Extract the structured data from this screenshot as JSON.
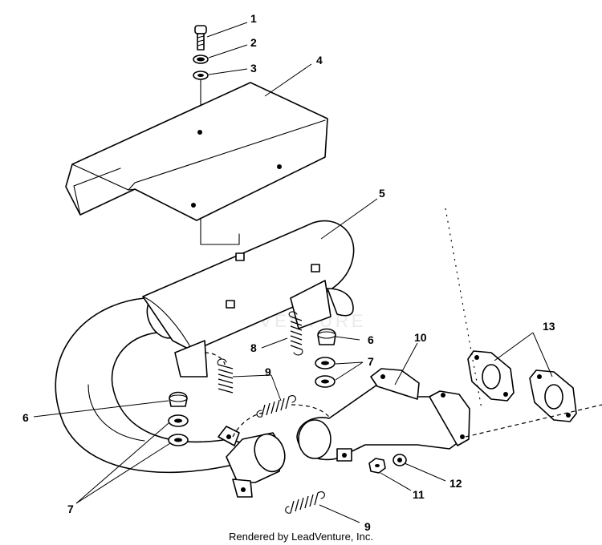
{
  "diagram": {
    "callouts": [
      "1",
      "2",
      "3",
      "4",
      "5",
      "6",
      "7",
      "8",
      "9",
      "10",
      "11",
      "12",
      "13"
    ],
    "labels": {
      "c1": "1",
      "c2": "2",
      "c3": "3",
      "c4": "4",
      "c5": "5",
      "c6a": "6",
      "c6b": "6",
      "c7a": "7",
      "c7b": "7",
      "c8": "8",
      "c9a": "9",
      "c9b": "9",
      "c10": "10",
      "c11": "11",
      "c12": "12",
      "c13": "13"
    },
    "watermark": "LEADVENTURE",
    "footer": "Rendered by LeadVenture, Inc."
  },
  "colors": {
    "line": "#000000",
    "background": "#ffffff",
    "watermark": "#d6d6d6"
  }
}
